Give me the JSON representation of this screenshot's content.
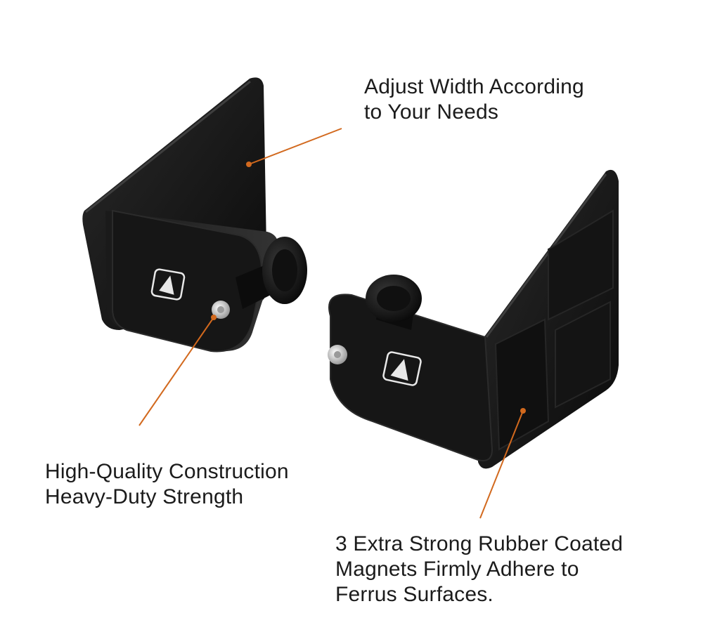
{
  "callouts": {
    "width": {
      "line1": "Adjust Width According",
      "line2": "to Your Needs"
    },
    "build": {
      "line1": "High-Quality Construction",
      "line2": "Heavy-Duty Strength"
    },
    "magnet": {
      "line1": "3 Extra Strong Rubber Coated",
      "line2": "Magnets Firmly Adhere to",
      "line3": "Ferrus Surfaces."
    }
  },
  "colors": {
    "background": "#ffffff",
    "leader_line": "#d2691e",
    "product": "#111111",
    "text": "#1b1b1b"
  },
  "icons": {
    "product_left": "magnetic-bracket-image",
    "product_right": "magnetic-bracket-image",
    "logo": "a-in-logo"
  }
}
